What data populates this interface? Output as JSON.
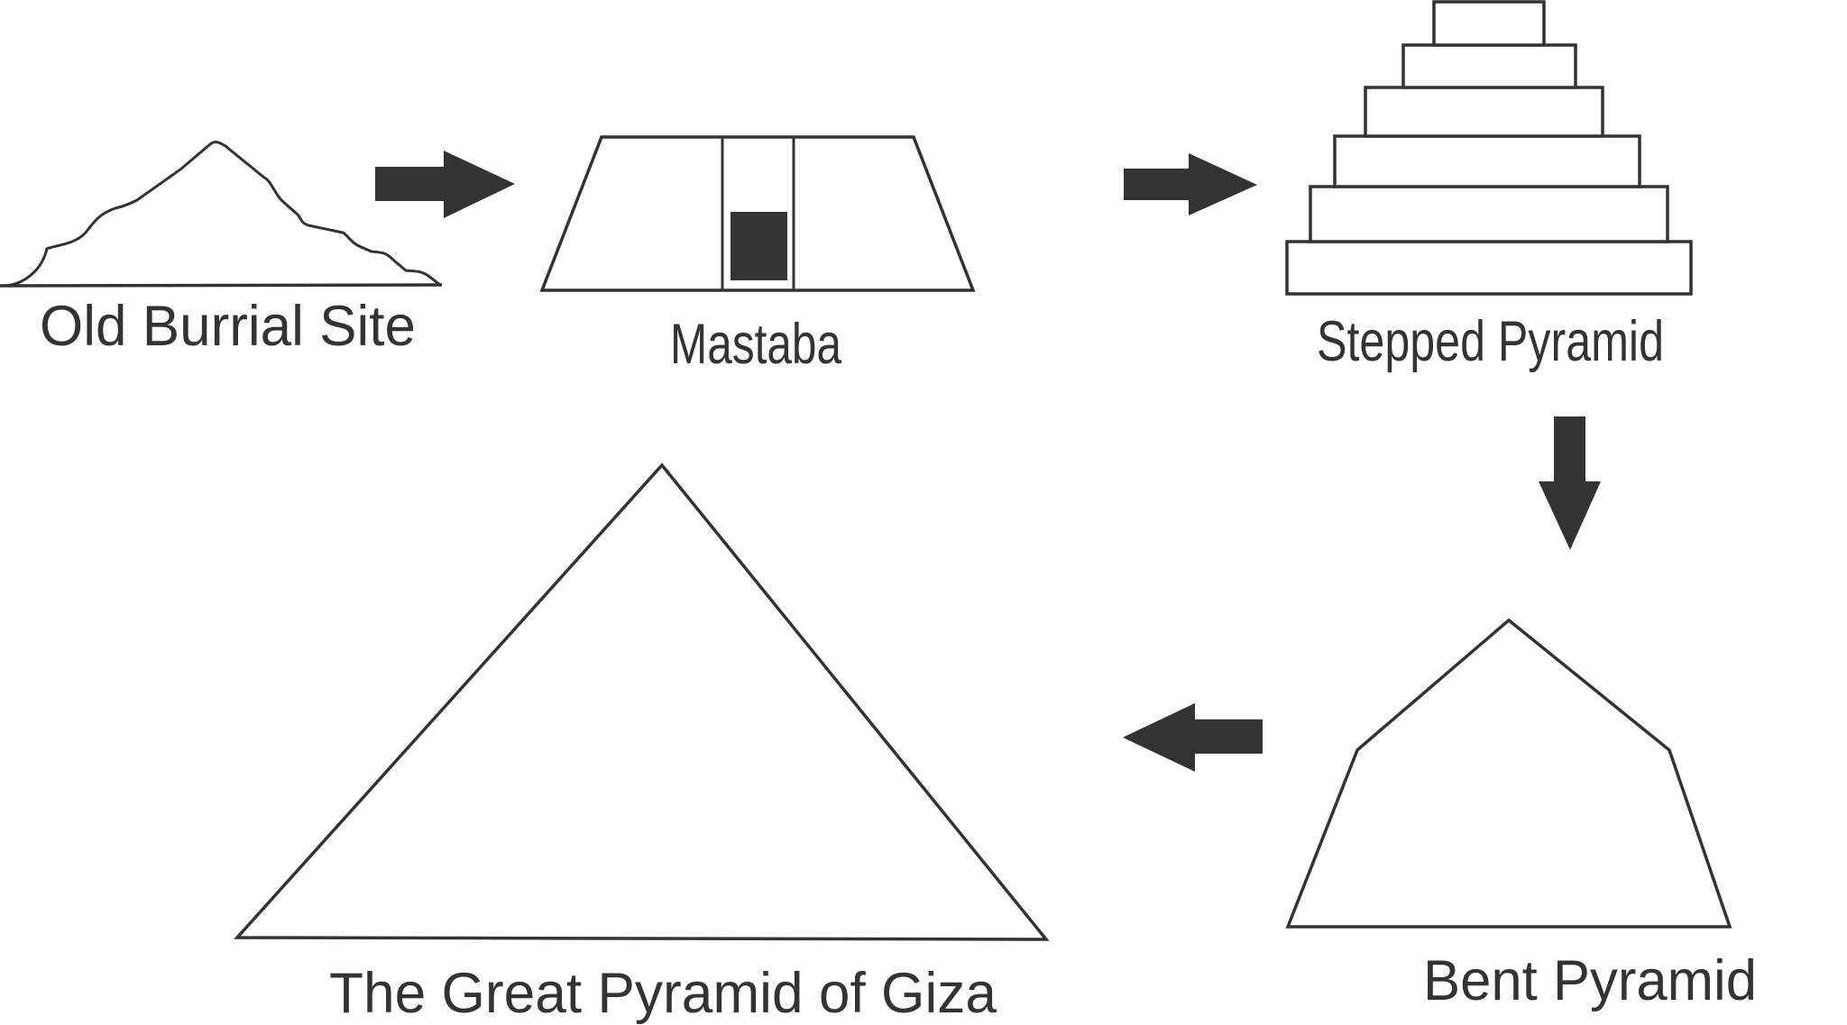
{
  "diagram": {
    "title": "Evolution of Egyptian Pyramids",
    "colors": {
      "stroke": "#333333",
      "fill": "#ffffff",
      "arrow": "#333333",
      "text": "#333333"
    },
    "stages": [
      {
        "id": "old-burial-site",
        "label": "Old Burrial Site"
      },
      {
        "id": "mastaba",
        "label": "Mastaba"
      },
      {
        "id": "stepped-pyramid",
        "label": "Stepped Pyramid",
        "tiers": 6
      },
      {
        "id": "bent-pyramid",
        "label": "Bent Pyramid"
      },
      {
        "id": "great-pyramid",
        "label": "The Great Pyramid of Giza"
      }
    ],
    "flow": [
      {
        "from": "old-burial-site",
        "to": "mastaba",
        "direction": "right"
      },
      {
        "from": "mastaba",
        "to": "stepped-pyramid",
        "direction": "right"
      },
      {
        "from": "stepped-pyramid",
        "to": "bent-pyramid",
        "direction": "down"
      },
      {
        "from": "bent-pyramid",
        "to": "great-pyramid",
        "direction": "left"
      }
    ]
  }
}
